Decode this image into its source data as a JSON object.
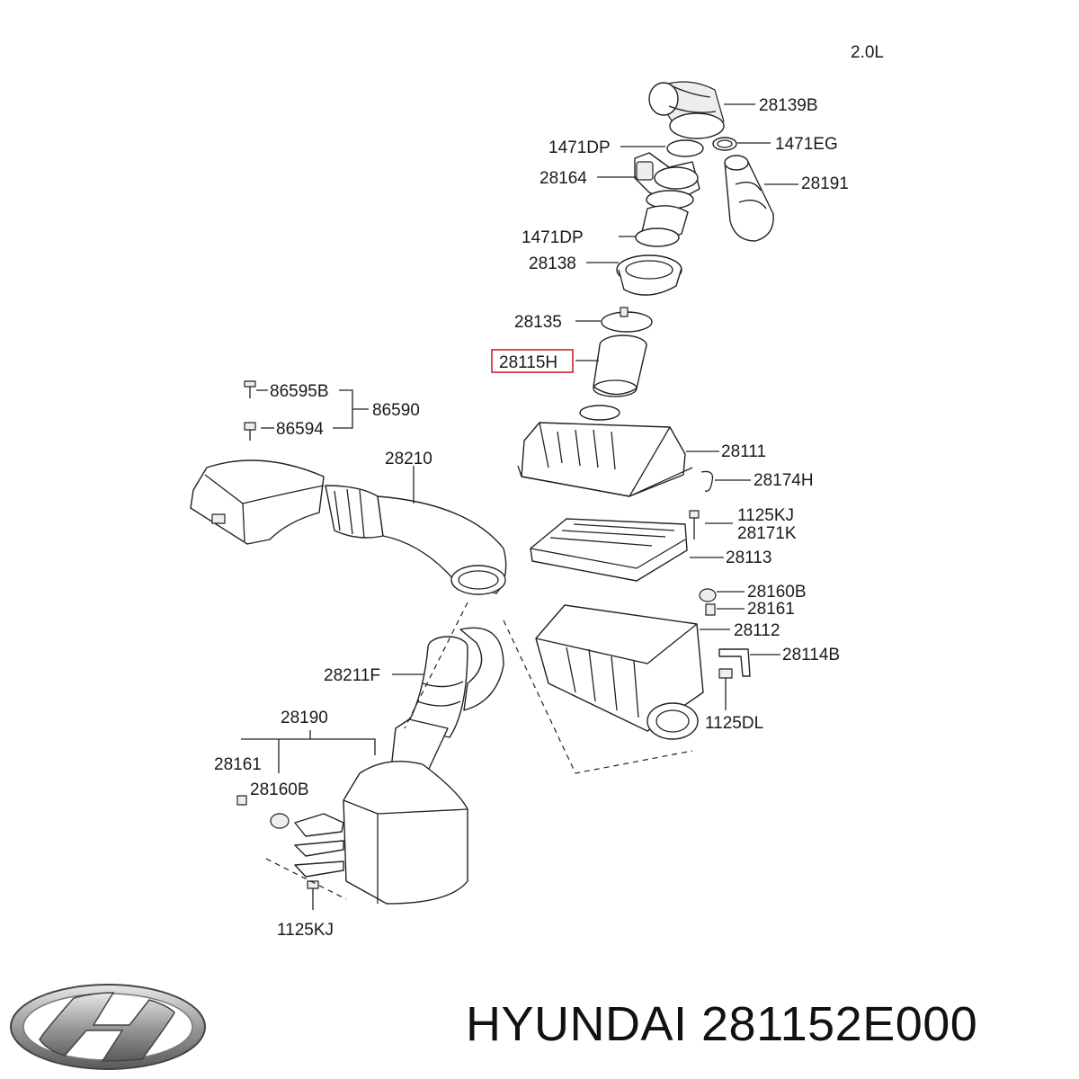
{
  "variant": "2.0L",
  "highlighted_part": "28115H",
  "labels": {
    "p28139B": "28139B",
    "p1471EG": "1471EG",
    "p1471DP_a": "1471DP",
    "p28164": "28164",
    "p28191": "28191",
    "p1471DP_b": "1471DP",
    "p28138": "28138",
    "p28135": "28135",
    "p28115H": "28115H",
    "p86595B": "86595B",
    "p86590": "86590",
    "p86594": "86594",
    "p28210": "28210",
    "p28111": "28111",
    "p28174H": "28174H",
    "p1125KJ_a": "1125KJ",
    "p28171K": "28171K",
    "p28113": "28113",
    "p28160B_a": "28160B",
    "p28161_a": "28161",
    "p28112": "28112",
    "p28114B": "28114B",
    "p28211F": "28211F",
    "p1125DL": "1125DL",
    "p28190": "28190",
    "p28161_b": "28161",
    "p28160B_b": "28160B",
    "p1125KJ_b": "1125KJ"
  },
  "footer": {
    "brand": "HYUNDAI",
    "part_number": "281152E000",
    "title": "HYUNDAI 281152E000"
  },
  "logo_icon": "hyundai-logo-icon"
}
